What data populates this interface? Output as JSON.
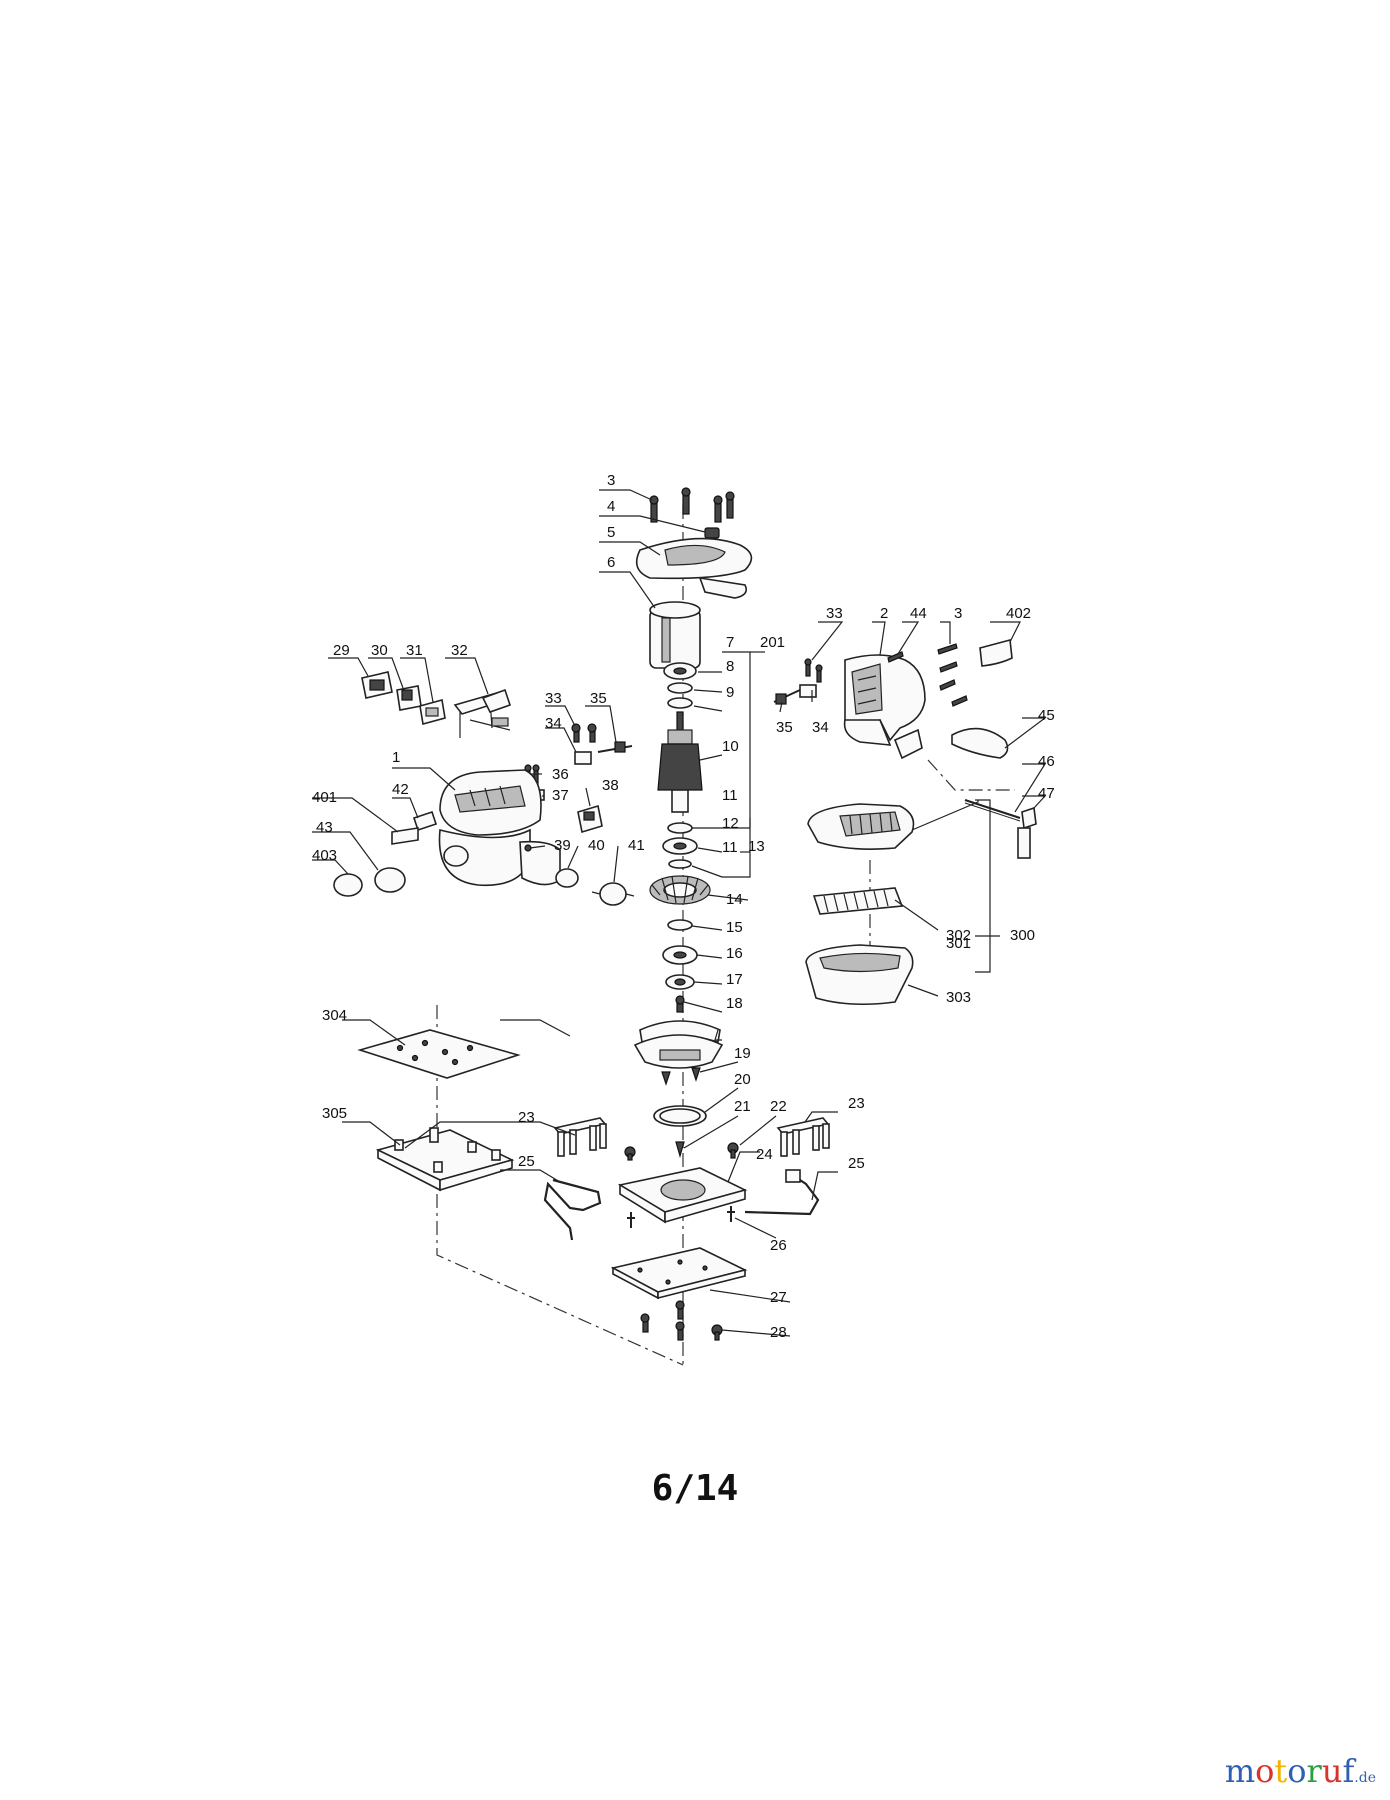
{
  "page_number": "6/14",
  "watermark": {
    "letters": [
      {
        "ch": "m",
        "color": "#2e5fb7"
      },
      {
        "ch": "o",
        "color": "#d9342b"
      },
      {
        "ch": "t",
        "color": "#f0b400"
      },
      {
        "ch": "o",
        "color": "#2e5fb7"
      },
      {
        "ch": "r",
        "color": "#2e9e45"
      },
      {
        "ch": "u",
        "color": "#d9342b"
      },
      {
        "ch": "f",
        "color": "#2e5fb7"
      }
    ],
    "suffix": ".de"
  },
  "part_labels": {
    "p1": "1",
    "p2": "2",
    "p3a": "3",
    "p3b": "3",
    "p4": "4",
    "p5": "5",
    "p6": "6",
    "p7": "7",
    "p8": "8",
    "p9": "9",
    "p10": "10",
    "p11a": "11",
    "p11b": "11",
    "p12": "12",
    "p13": "13",
    "p14": "14",
    "p15": "15",
    "p16": "16",
    "p17": "17",
    "p18": "18",
    "p19": "19",
    "p20": "20",
    "p21": "21",
    "p22": "22",
    "p23a": "23",
    "p23b": "23",
    "p24": "24",
    "p25a": "25",
    "p25b": "25",
    "p26": "26",
    "p27": "27",
    "p28": "28",
    "p29": "29",
    "p30": "30",
    "p31": "31",
    "p32": "32",
    "p33a": "33",
    "p33b": "33",
    "p34a": "34",
    "p34b": "34",
    "p35a": "35",
    "p35b": "35",
    "p36": "36",
    "p37": "37",
    "p38": "38",
    "p39": "39",
    "p40": "40",
    "p41": "41",
    "p42": "42",
    "p43": "43",
    "p44": "44",
    "p45": "45",
    "p46": "46",
    "p47": "47",
    "p201": "201",
    "p300": "300",
    "p301": "301",
    "p302": "302",
    "p303": "303",
    "p304": "304",
    "p305": "305",
    "p401": "401",
    "p402": "402",
    "p403": "403"
  }
}
